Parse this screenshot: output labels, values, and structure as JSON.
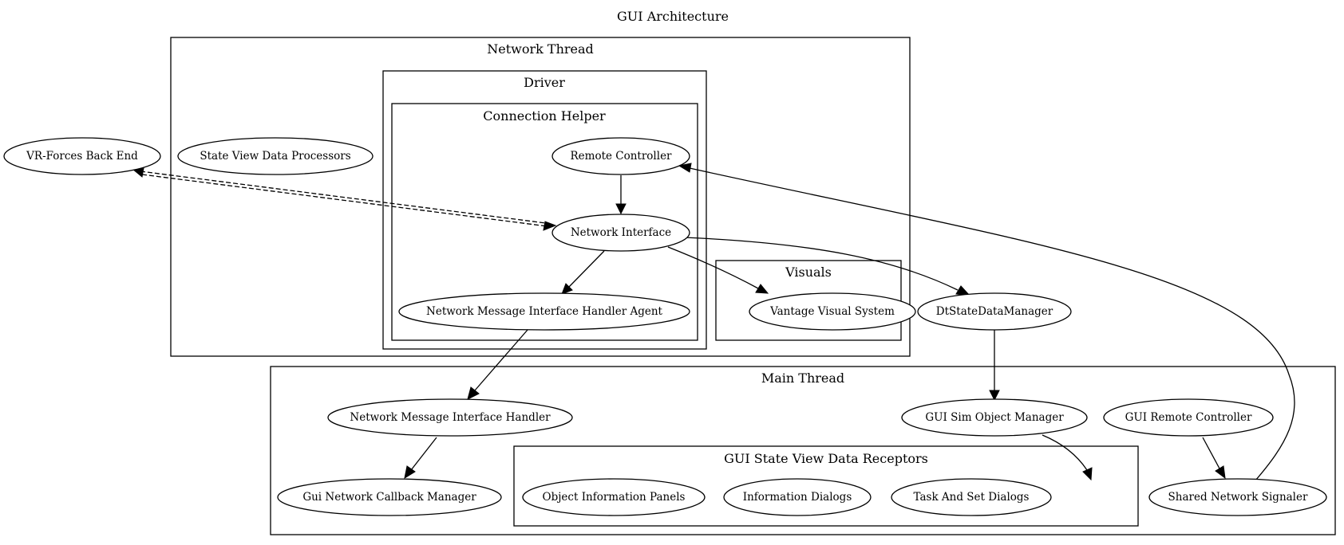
{
  "title": "GUI Architecture",
  "clusters": {
    "network_thread": "Network Thread",
    "driver": "Driver",
    "connection_helper": "Connection Helper",
    "visuals": "Visuals",
    "main_thread": "Main Thread",
    "gui_state_view": "GUI State View Data Receptors"
  },
  "nodes": {
    "vr_forces": "VR-Forces Back End",
    "state_view_processors": "State View Data Processors",
    "remote_controller": "Remote Controller",
    "network_interface": "Network Interface",
    "nmi_handler_agent": "Network Message Interface Handler Agent",
    "vantage": "Vantage Visual System",
    "dt_state": "DtStateDataManager",
    "nmi_handler": "Network Message Interface Handler",
    "gui_sim": "GUI Sim Object Manager",
    "gui_remote": "GUI Remote Controller",
    "gui_callback": "Gui Network Callback Manager",
    "object_info": "Object Information Panels",
    "info_dialogs": "Information Dialogs",
    "task_dialogs": "Task And Set Dialogs",
    "shared_signaler": "Shared Network Signaler"
  },
  "edges": [
    {
      "from": "remote_controller",
      "to": "network_interface",
      "style": "solid"
    },
    {
      "from": "network_interface",
      "to": "nmi_handler_agent",
      "style": "solid"
    },
    {
      "from": "network_interface",
      "to": "vantage",
      "style": "solid"
    },
    {
      "from": "network_interface",
      "to": "dt_state",
      "style": "solid"
    },
    {
      "from": "vr_forces",
      "to": "network_interface",
      "style": "dashed",
      "dir": "both"
    },
    {
      "from": "nmi_handler_agent",
      "to": "nmi_handler",
      "style": "solid"
    },
    {
      "from": "dt_state",
      "to": "gui_sim",
      "style": "solid"
    },
    {
      "from": "nmi_handler",
      "to": "gui_callback",
      "style": "solid"
    },
    {
      "from": "gui_sim",
      "to": "gui_state_view",
      "style": "solid"
    },
    {
      "from": "gui_remote",
      "to": "shared_signaler",
      "style": "solid"
    },
    {
      "from": "shared_signaler",
      "to": "remote_controller",
      "style": "solid"
    }
  ]
}
